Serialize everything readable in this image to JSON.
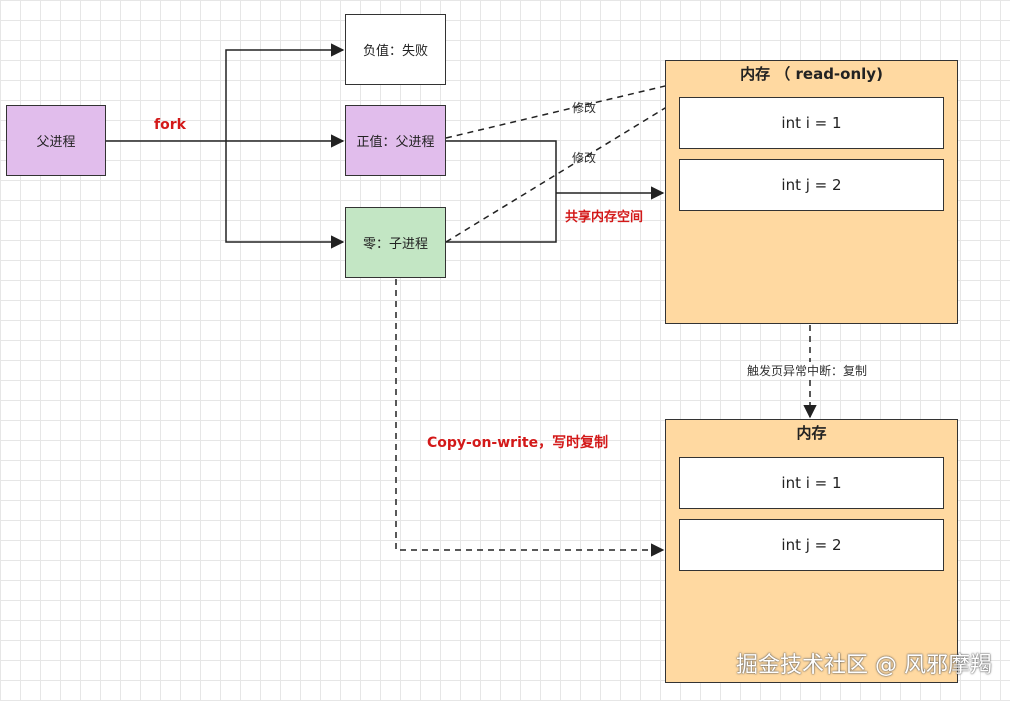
{
  "nodes": {
    "parent": "父进程",
    "negative": "负值：失败",
    "positive": "正值：父进程",
    "zero": "零：子进程"
  },
  "memory_readonly": {
    "title": "内存 （ read-only)",
    "vars": [
      "int i = 1",
      "int j = 2"
    ]
  },
  "memory_copy": {
    "title": "内存",
    "vars": [
      "int i = 1",
      "int j = 2"
    ]
  },
  "labels": {
    "fork": "fork",
    "modify_1": "修改",
    "modify_2": "修改",
    "shared": "共享内存空间",
    "trigger": "触发页异常中断：复制",
    "cow": "Copy-on-write，写时复制"
  },
  "watermark": "掘金技术社区 @ 风邪摩羯",
  "colors": {
    "parent_fill": "#e1bdec",
    "child_fill": "#c3e6c4",
    "memory_fill": "#ffd9a1",
    "accent_text": "#d31919"
  }
}
